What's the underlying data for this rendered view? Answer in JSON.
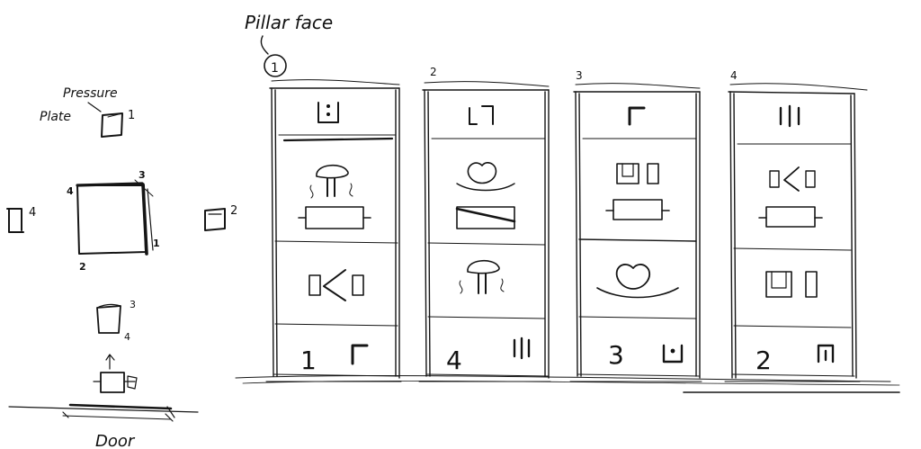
{
  "top_label": "Pillar face",
  "pillar_face_marker": "1",
  "pressure_plate_label": [
    "Pressure",
    "Plate"
  ],
  "door_label": "Door",
  "room_corners": [
    "1",
    "2",
    "3",
    "4"
  ],
  "plate_numbers": [
    "1",
    "2",
    "3",
    "4"
  ],
  "pillars": [
    {
      "label": "1",
      "bottom_number": "1"
    },
    {
      "label": "2",
      "bottom_number": "4"
    },
    {
      "label": "3",
      "bottom_number": "3"
    },
    {
      "label": "4",
      "bottom_number": "2"
    }
  ]
}
